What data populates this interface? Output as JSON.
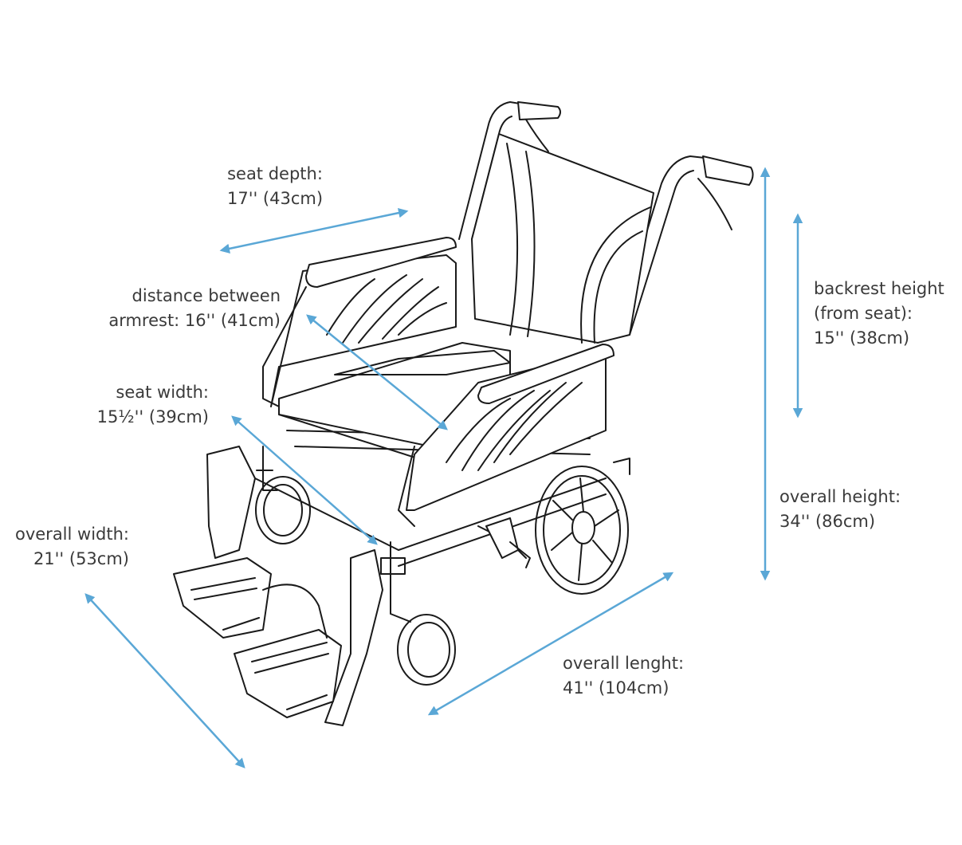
{
  "colors": {
    "arrow": "#5aa7d6",
    "line": "#1a1a1a",
    "text": "#3a3a3a",
    "background": "#ffffff"
  },
  "labels": {
    "seat_depth": {
      "line1": "seat depth:",
      "line2": "17'' (43cm)"
    },
    "armrest_distance": {
      "line1": "distance between",
      "line2": "armrest: 16'' (41cm)"
    },
    "seat_width": {
      "line1": "seat width:",
      "line2": "15½'' (39cm)"
    },
    "overall_width": {
      "line1": "overall width:",
      "line2": "21'' (53cm)"
    },
    "backrest_height": {
      "line1": "backrest height",
      "line2": "(from seat):",
      "line3": "15'' (38cm)"
    },
    "overall_height": {
      "line1": "overall height:",
      "line2": "34'' (86cm)"
    },
    "overall_length": {
      "line1": "overall lenght:",
      "line2": "41'' (104cm)"
    }
  }
}
